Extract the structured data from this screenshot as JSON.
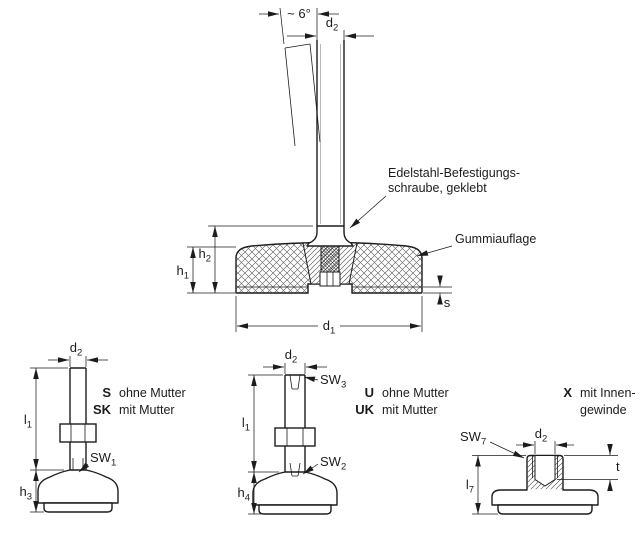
{
  "main": {
    "angle_label": "~ 6°",
    "d2": {
      "base": "d",
      "sub": "2"
    },
    "screw_note_line1": "Edelstahl-Befestigungs-",
    "screw_note_line2": "schraube, geklebt",
    "rubber_note": "Gummiauflage",
    "h1": {
      "base": "h",
      "sub": "1"
    },
    "h2": {
      "base": "h",
      "sub": "2"
    },
    "d1": {
      "base": "d",
      "sub": "1"
    },
    "s": "s"
  },
  "variant_s": {
    "d2": {
      "base": "d",
      "sub": "2"
    },
    "l1": {
      "base": "l",
      "sub": "1"
    },
    "h3": {
      "base": "h",
      "sub": "3"
    },
    "sw1": {
      "base": "SW",
      "sub": "1"
    },
    "codes": [
      {
        "code": "S",
        "desc": "ohne Mutter"
      },
      {
        "code": "SK",
        "desc": "mit Mutter"
      }
    ]
  },
  "variant_u": {
    "d2": {
      "base": "d",
      "sub": "2"
    },
    "sw3": {
      "base": "SW",
      "sub": "3"
    },
    "l1": {
      "base": "l",
      "sub": "1"
    },
    "sw2": {
      "base": "SW",
      "sub": "2"
    },
    "h4": {
      "base": "h",
      "sub": "4"
    },
    "codes": [
      {
        "code": "U",
        "desc": "ohne Mutter"
      },
      {
        "code": "UK",
        "desc": "mit Mutter"
      }
    ]
  },
  "variant_x": {
    "sw7": {
      "base": "SW",
      "sub": "7"
    },
    "d2": {
      "base": "d",
      "sub": "2"
    },
    "t": "t",
    "l7": {
      "base": "l",
      "sub": "7"
    },
    "code": "X",
    "desc_line1": "mit Innen-",
    "desc_line2": "gewinde"
  }
}
